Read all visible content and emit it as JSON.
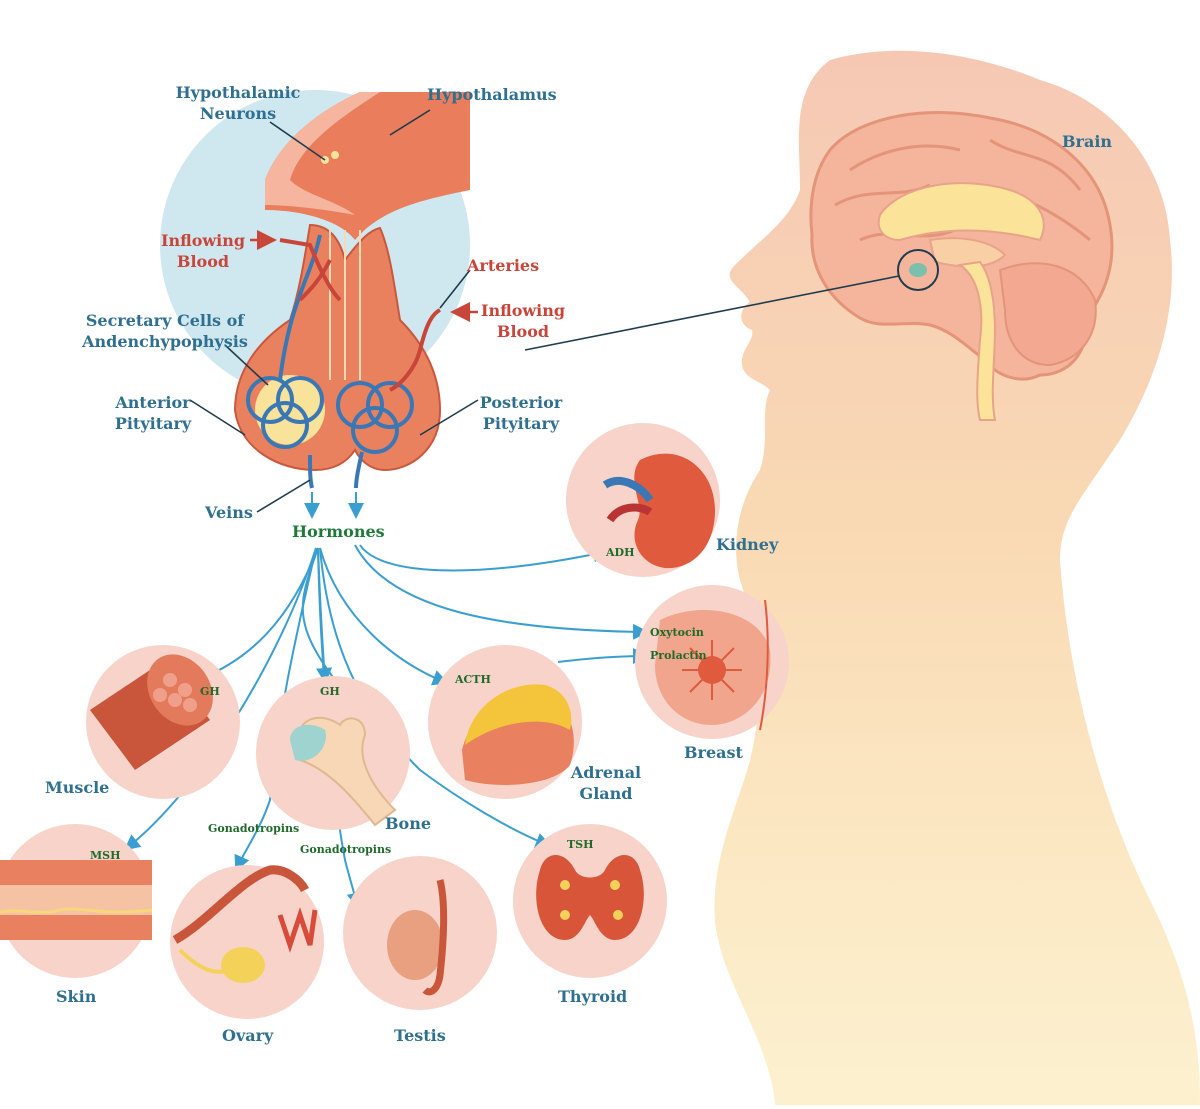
{
  "labels": {
    "hypothalamic_neurons": [
      "Hypothalamic",
      "Neurons"
    ],
    "hypothalamus": "Hypothalamus",
    "brain": "Brain",
    "inflowing_blood_left": [
      "Inflowing",
      "Blood"
    ],
    "arteries": "Arteries",
    "inflowing_blood_right": [
      "Inflowing",
      "Blood"
    ],
    "secretary_cells": [
      "Secretary Cells of",
      "Andenchypophysis"
    ],
    "anterior_pituitary": [
      "Anterior",
      "Pityitary"
    ],
    "posterior_pituitary": [
      "Posterior",
      "Pityitary"
    ],
    "veins": "Veins",
    "hormones": "Hormones",
    "kidney": "Kidney",
    "breast": "Breast",
    "muscle": "Muscle",
    "bone": "Bone",
    "adrenal_gland": [
      "Adrenal",
      "Gland"
    ],
    "skin": "Skin",
    "ovary": "Ovary",
    "testis": "Testis",
    "thyroid": "Thyroid"
  },
  "hormones": {
    "adh": "ADH",
    "oxytocin": "Oxytocin",
    "prolactin": "Prolactin",
    "gh_muscle": "GH",
    "gh_bone": "GH",
    "acth": "ACTH",
    "msh": "MSH",
    "gonadotropins_ovary": "Gonadotropins",
    "gonadotropins_testis": "Gonadotropins",
    "tsh": "TSH"
  },
  "colors": {
    "label_blue": "#2f6f8f",
    "label_red": "#c8453a",
    "label_green": "#1f7a3a",
    "arrow_blue": "#3a9fd0",
    "organ_circle": "#f7d3c9",
    "head_silhouette_top": "#f6c9b5",
    "head_silhouette_bottom": "#fbe3a6"
  }
}
